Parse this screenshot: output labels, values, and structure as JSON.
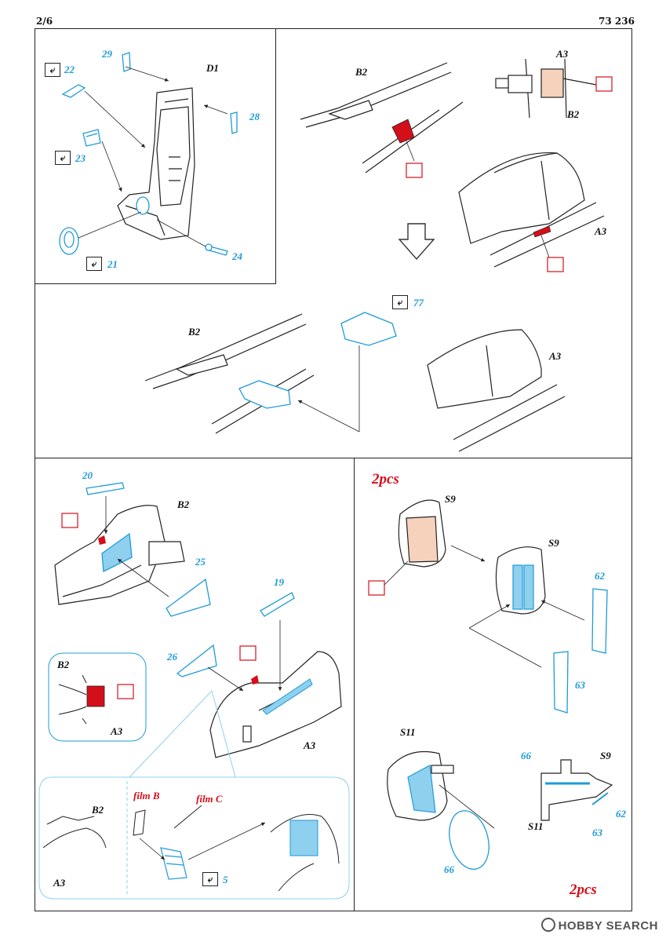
{
  "header": {
    "page": "2/6",
    "product_code": "73 236"
  },
  "panels": {
    "seat": {
      "parts": {
        "d1": "D1",
        "p29": "29",
        "p28": "28",
        "p22": "22",
        "p23": "23",
        "p21": "21",
        "p24": "24"
      }
    },
    "fuselage_top": {
      "b2": "B2",
      "a3_upper": "A3",
      "b2_lower": "B2",
      "a3": "A3"
    },
    "fuselage_mid": {
      "b2": "B2",
      "p77": "77",
      "a3": "A3"
    },
    "cockpit": {
      "b2": "B2",
      "p20": "20",
      "p25": "25",
      "p19": "19",
      "p26": "26",
      "a3": "A3",
      "inset_b2": "B2",
      "inset_a3": "A3",
      "detail_b2": "B2",
      "detail_a3": "A3",
      "film_b": "film B",
      "film_c": "film C",
      "p5": "5"
    },
    "canopy": {
      "qty_top": "2pcs",
      "s9_a": "S9",
      "s9_b": "S9",
      "p62": "62",
      "p63": "63",
      "s11": "S11",
      "p66": "66",
      "s9_c": "S9",
      "p66b": "66",
      "p62b": "62",
      "p63b": "63",
      "s11b": "S11",
      "qty_bottom": "2pcs"
    }
  },
  "icons": {
    "bend": "bend-icon",
    "paint": "paint-swatch-icon"
  },
  "colors": {
    "part_blue": "#1e9bd7",
    "paint_red": "#d40f1a",
    "flesh": "#f6d2bc",
    "light_blue": "#8fd0ef"
  },
  "watermark": {
    "text": "HOBBY SEARCH"
  }
}
